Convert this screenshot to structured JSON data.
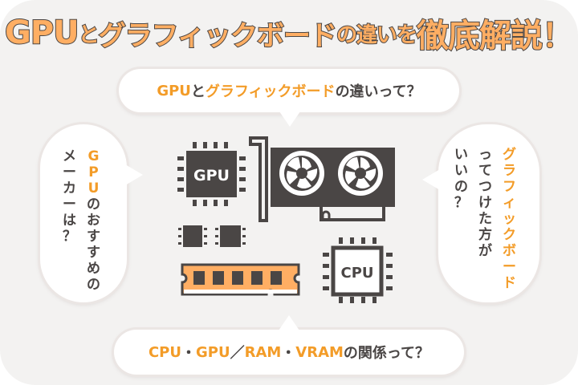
{
  "title": {
    "part1": "GPU",
    "part2": "と",
    "part3": "グラフィックボード",
    "part4": "の違いを",
    "part5": "徹底解説！"
  },
  "bubbles": {
    "top": {
      "hl1": "GPU",
      "t1": " と",
      "hl2": "グラフィックボード",
      "t2": "の違いって？"
    },
    "bottom": {
      "hl1": "CPU",
      "t1": " ・ ",
      "hl2": "GPU",
      "t2": " ／ ",
      "hl3": "RAM",
      "t3": " ・ ",
      "hl4": "VRAM",
      "t4": " の関係って？"
    },
    "left": {
      "col1_hl": [
        "G",
        "P",
        "U"
      ],
      "col1_rest": [
        "の",
        "お",
        "す",
        "す",
        "め",
        "の"
      ],
      "col2": [
        "メ",
        "ー",
        "カ",
        "ー",
        "は",
        "？"
      ]
    },
    "right": {
      "col1_hl": [
        "グ",
        "ラ",
        "フ",
        "ィ",
        "ッ",
        "ク",
        "ボ",
        "ー",
        "ド"
      ],
      "col2": [
        "っ",
        "て",
        "つ",
        "け",
        "た",
        "方",
        "が"
      ],
      "col3": [
        "い",
        "い",
        "の",
        "？"
      ]
    }
  },
  "illustration": {
    "gpu_chip_label": "GPU",
    "cpu_chip_label": "CPU"
  },
  "colors": {
    "accent": "#f39c28",
    "title_fill": "#ffae63",
    "dark": "#4a4645",
    "background": "#f3f2f1",
    "ram_fill": "#ffae63"
  }
}
